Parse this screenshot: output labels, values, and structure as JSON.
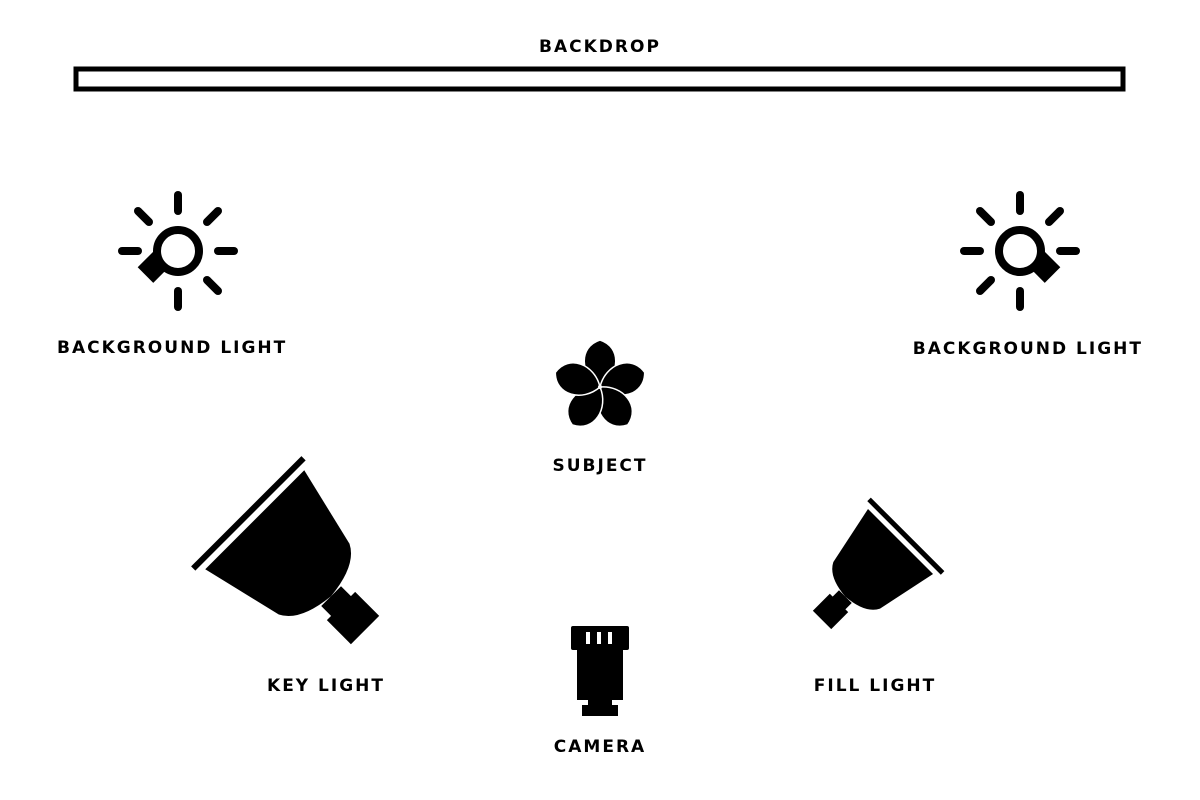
{
  "diagram": {
    "labels": {
      "backdrop": "BACKDROP",
      "background_light_left": "BACKGROUND LIGHT",
      "background_light_right": "BACKGROUND LIGHT",
      "subject": "SUBJECT",
      "key_light": "KEY LIGHT",
      "fill_light": "FILL LIGHT",
      "camera": "CAMERA"
    },
    "icons": {
      "background_light_left": "lightbulb-icon",
      "background_light_right": "lightbulb-icon",
      "subject": "flower-icon",
      "key_light": "spotlight-icon",
      "fill_light": "spotlight-icon",
      "camera": "camera-icon"
    },
    "colors": {
      "ink": "#000000",
      "paper": "#ffffff"
    }
  }
}
